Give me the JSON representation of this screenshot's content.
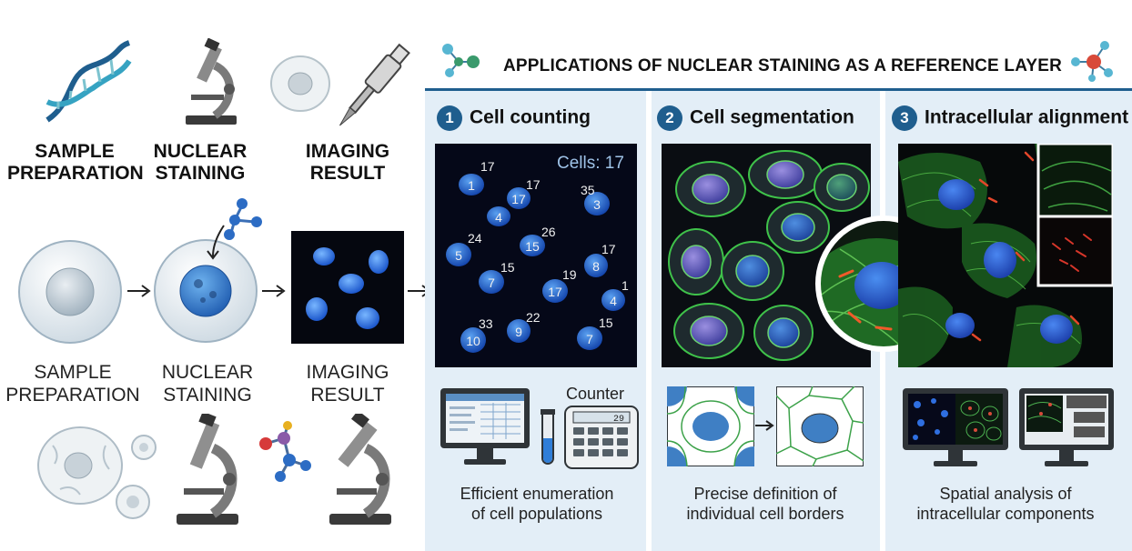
{
  "top_labels": {
    "sample_preparation": "SAMPLE\nPREPARATION",
    "nuclear_staining": "NUCLEAR\nSTAINING",
    "imaging_result": "IMAGING\nRESULT"
  },
  "mid_labels": {
    "sample_preparation": "SAMPLE\nPREPARATION",
    "nuclear_staining": "NUCLEAR\nSTAINING",
    "imaging_result": "IMAGING\nRESULT"
  },
  "title": "APPLICATIONS OF NUCLEAR STAINING AS A REFERENCE LAYER",
  "columns": [
    {
      "number": "1",
      "heading": "Cell counting",
      "caption": "Efficient enumeration\nof cell populations"
    },
    {
      "number": "2",
      "heading": "Cell segmentation",
      "caption": "Precise definition of\nindividual cell borders"
    },
    {
      "number": "3",
      "heading": "Intracellular alignment",
      "caption": "Spatial analysis of\nintracellular components"
    }
  ],
  "counting": {
    "cells_label": "Cells: 17",
    "counter_label": "Counter",
    "counter_display": "29",
    "nucleus_numbers": [
      "1",
      "4",
      "17",
      "3",
      "5",
      "15",
      "8",
      "7",
      "17",
      "4",
      "10",
      "9",
      "7"
    ],
    "corner_numbers": [
      "17",
      "17",
      "35",
      "26",
      "24",
      "17",
      "15",
      "19",
      "1",
      "33",
      "22",
      "15"
    ]
  },
  "colors": {
    "accent": "#1f5e8e",
    "panel": "#e3eef7",
    "nucleus": "#1e64c8",
    "membrane": "#4cc35a",
    "mito": "#e0402a"
  }
}
